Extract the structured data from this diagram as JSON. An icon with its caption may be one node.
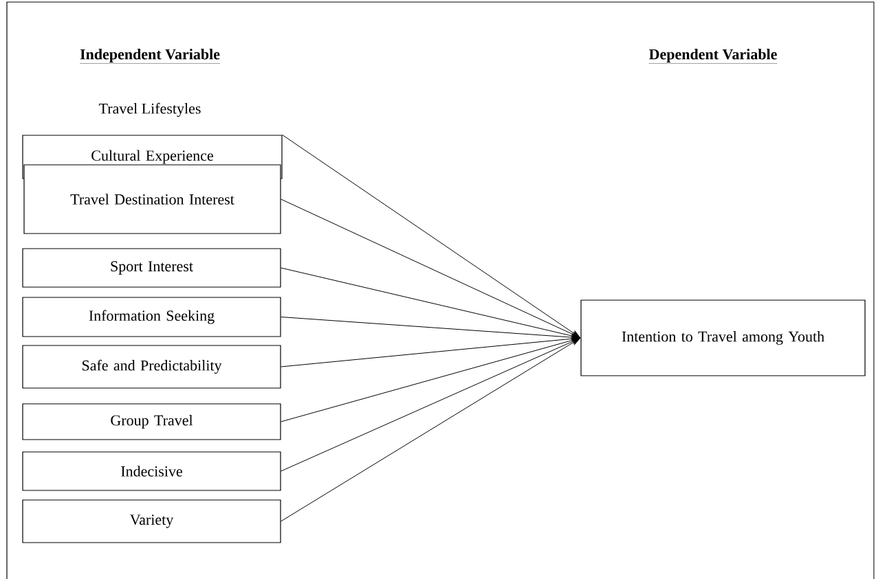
{
  "diagram": {
    "nodes": [
      {
        "text": [
          "Cultural Experience"
        ]
      },
      {
        "text": [
          "Travel Destination Interest"
        ]
      },
      {
        "text": [
          "Sport Interest"
        ]
      },
      {
        "text": [
          "Information Seeking"
        ]
      },
      {
        "text": [
          "Safe and Predictability"
        ]
      },
      {
        "text": [
          "Group Travel"
        ]
      },
      {
        "text": [
          "Indecisive"
        ]
      },
      {
        "text": [
          "Variety"
        ]
      },
      {
        "text": [
          "Intention to Travel among Youth"
        ]
      }
    ],
    "edges": [
      {
        "from": 0,
        "to": 8,
        "arrow": "to"
      },
      {
        "from": 1,
        "to": 8,
        "arrow": "to"
      },
      {
        "from": 2,
        "to": 8,
        "arrow": "to"
      },
      {
        "from": 3,
        "to": 8,
        "arrow": "to"
      },
      {
        "from": 4,
        "to": 8,
        "arrow": "to"
      },
      {
        "from": 5,
        "to": 8,
        "arrow": "to"
      },
      {
        "from": 6,
        "to": 8,
        "arrow": "to"
      },
      {
        "from": 7,
        "to": 8,
        "arrow": "to"
      }
    ],
    "labels": [
      "Independent Variable",
      "Dependent Variable",
      "Travel Lifestyles"
    ]
  }
}
